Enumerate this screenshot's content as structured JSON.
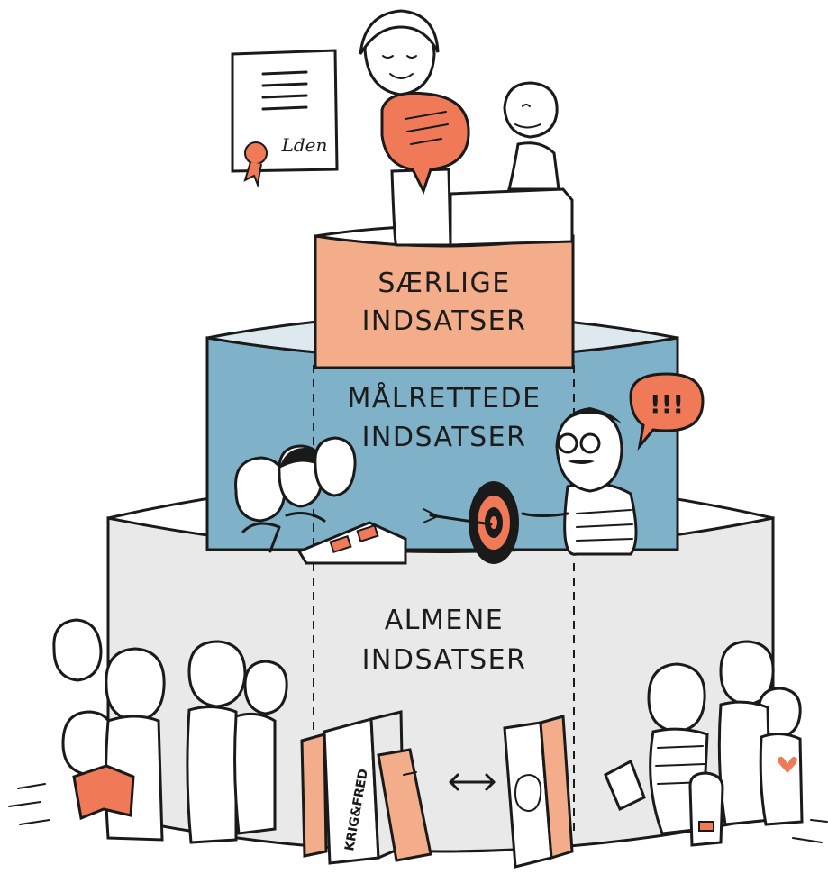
{
  "tiers": {
    "top": {
      "line1": "SÆRLIGE",
      "line2": "INDSATSER"
    },
    "middle": {
      "line1": "MÅLRETTEDE",
      "line2": "INDSATSER"
    },
    "bottom": {
      "line1": "ALMENE",
      "line2": "INDSATSER"
    }
  },
  "speech_bubble": {
    "text": "!!!"
  },
  "certificate": {
    "signature": "Lden"
  },
  "books": {
    "spine_title": "KRIG&FRED"
  },
  "colors": {
    "top_tier": "#f3ad8a",
    "middle_tier": "#7fb1c9",
    "bottom_tier": "#e9e9e9",
    "accent": "#f07a58",
    "ink": "#1a1a1a"
  }
}
